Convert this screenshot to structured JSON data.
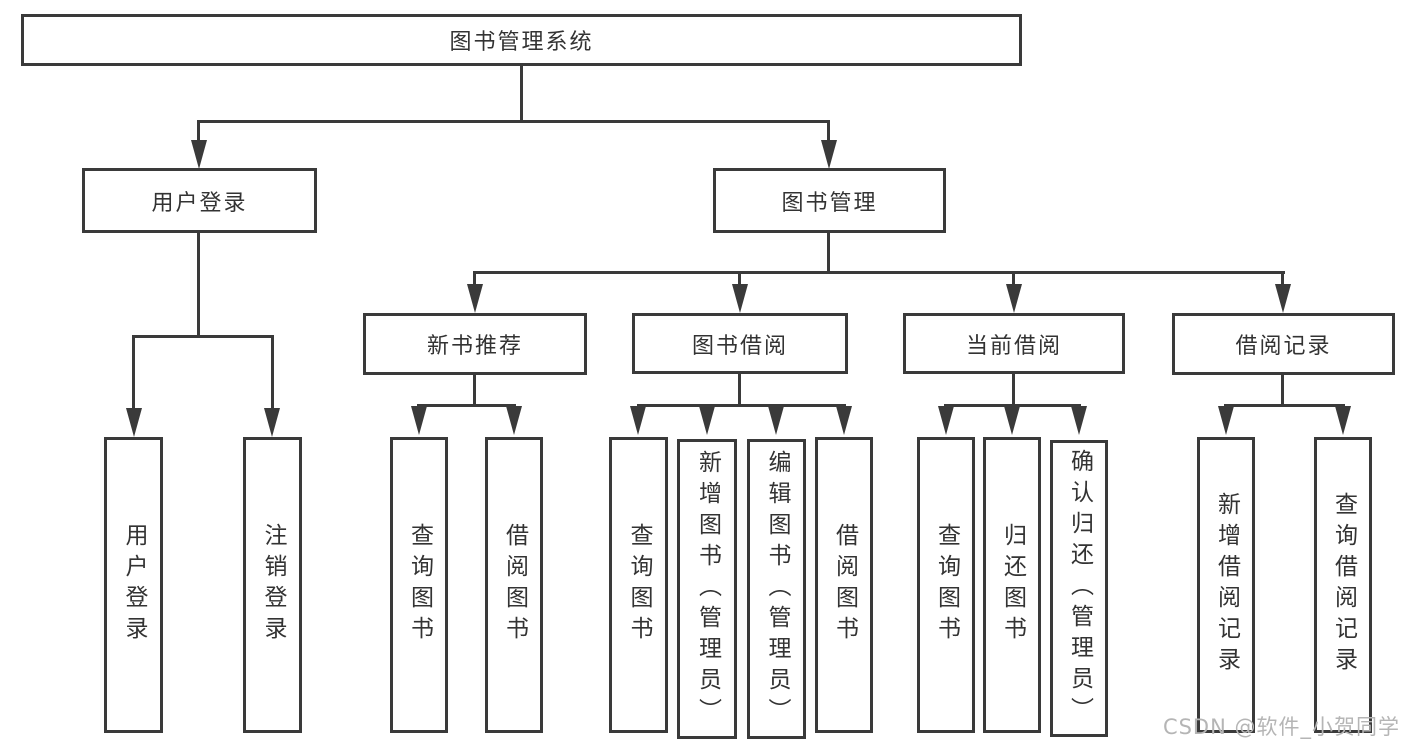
{
  "diagram": {
    "watermark": "CSDN @软件_小贺同学",
    "colors": {
      "line": "#3a3a3a",
      "text": "#333333",
      "background": "#ffffff",
      "watermark": "#b5b5b5"
    },
    "nodes": {
      "root": {
        "label": "图书管理系统"
      },
      "user_login": {
        "label": "用户登录"
      },
      "book_mgmt": {
        "label": "图书管理"
      },
      "new_book_rec": {
        "label": "新书推荐"
      },
      "book_borrow": {
        "label": "图书借阅"
      },
      "current_borrow": {
        "label": "当前借阅"
      },
      "borrow_records": {
        "label": "借阅记录"
      },
      "user_login_leaf": {
        "label": "用户登录"
      },
      "logout_leaf": {
        "label": "注销登录"
      },
      "rec_query_books": {
        "label": "查询图书"
      },
      "rec_borrow_books": {
        "label": "借阅图书"
      },
      "bb_query_books": {
        "label": "查询图书"
      },
      "bb_add_books": {
        "label": "新增图书（管理员）"
      },
      "bb_edit_books": {
        "label": "编辑图书（管理员）"
      },
      "bb_borrow_books": {
        "label": "借阅图书"
      },
      "cb_query_books": {
        "label": "查询图书"
      },
      "cb_return_books": {
        "label": "归还图书"
      },
      "cb_confirm_return": {
        "label": "确认归还（管理员）"
      },
      "br_add_record": {
        "label": "新增借阅记录"
      },
      "br_query_record": {
        "label": "查询借阅记录"
      }
    },
    "hierarchy": {
      "root": "图书管理系统",
      "children": [
        {
          "label": "用户登录",
          "children": [
            "用户登录",
            "注销登录"
          ]
        },
        {
          "label": "图书管理",
          "children": [
            {
              "label": "新书推荐",
              "children": [
                "查询图书",
                "借阅图书"
              ]
            },
            {
              "label": "图书借阅",
              "children": [
                "查询图书",
                "新增图书（管理员）",
                "编辑图书（管理员）",
                "借阅图书"
              ]
            },
            {
              "label": "当前借阅",
              "children": [
                "查询图书",
                "归还图书",
                "确认归还（管理员）"
              ]
            },
            {
              "label": "借阅记录",
              "children": [
                "新增借阅记录",
                "查询借阅记录"
              ]
            }
          ]
        }
      ]
    }
  }
}
